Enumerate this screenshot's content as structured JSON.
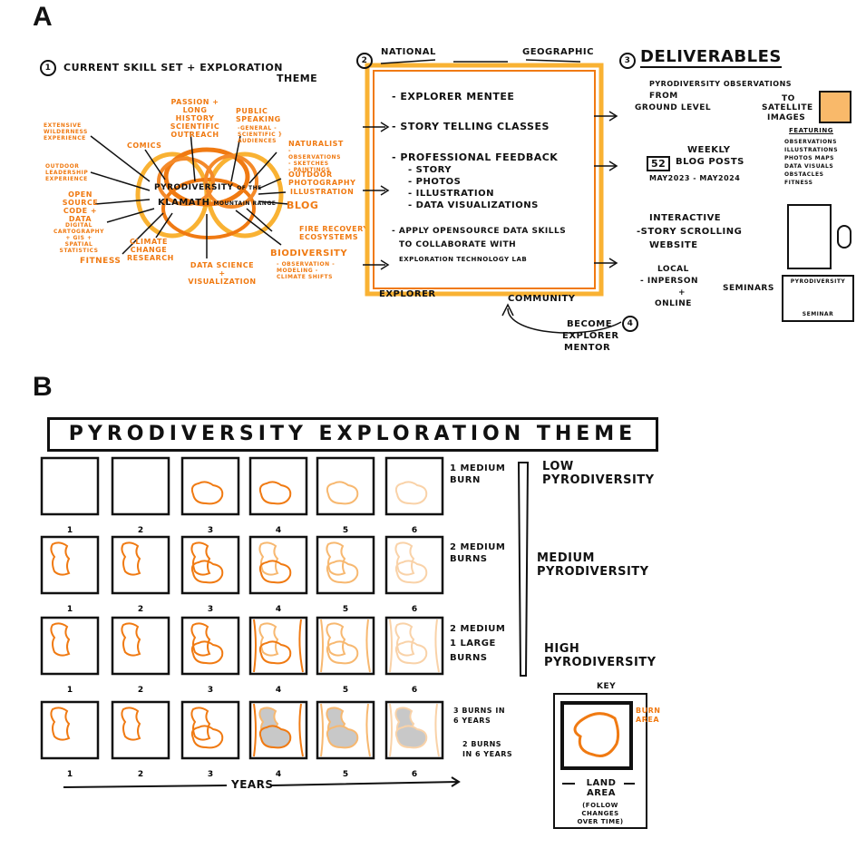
{
  "panelA": {
    "label": "A",
    "section1": {
      "number": "1",
      "title": "CURRENT SKILL SET + EXPLORATION",
      "title2": "THEME",
      "center1": "PYRODIVERSITY",
      "center1b": "OF THE",
      "center2": "KLAMATH",
      "center2b": "MOUNTAIN RANGE",
      "skills": {
        "wilderness": "EXTENSIVE WILDERNESS EXPERIENCE",
        "comics": "COMICS",
        "passion": "PASSION + LONG HISTORY SCIENTIFIC OUTREACH",
        "public": "PUBLIC SPEAKING",
        "audiences": "-GENERAL -SCIENTIFIC } AUDIENCES",
        "naturalist": "NATURALIST",
        "naturalist_sub": "- OBSERVATIONS - SKETCHES - PAINTINGS",
        "leadership": "OUTDOOR LEADERSHIP EXPERIENCE",
        "outdoor_photo": "OUTDOOR PHOTOGRAPHY",
        "open_source": "OPEN SOURCE CODE + DATA",
        "illustration": "ILLUSTRATION",
        "blog": "BLOG",
        "digital": "DIGITAL CARTOGRAPHY + GIS + SPATIAL STATISTICS",
        "fire": "FIRE RECOVERY ECOSYSTEMS",
        "fitness": "FITNESS",
        "climate": "CLIMATE CHANGE RESEARCH",
        "data_sci": "DATA SCIENCE + VISUALIZATION",
        "biodiversity": "BIODIVERSITY",
        "bio_sub": "- OBSERVATION - MODELING - CLIMATE SHIFTS"
      }
    },
    "section2": {
      "number": "2",
      "top_left": "NATIONAL",
      "top_right": "GEOGRAPHIC",
      "bottom_left": "EXPLORER",
      "bottom_right": "COMMUNITY",
      "items": [
        "- EXPLORER MENTEE",
        "- STORY TELLING CLASSES",
        "- PROFESSIONAL FEEDBACK",
        "- STORY",
        "- PHOTOS",
        "- ILLUSTRATION",
        "- DATA VISUALIZATIONS",
        "- APPLY OPENSOURCE DATA SKILLS",
        "TO COLLABORATE WITH",
        "EXPLORATION TECHNOLOGY LAB"
      ]
    },
    "section3": {
      "number": "3",
      "title": "DELIVERABLES",
      "obs1": "PYRODIVERSITY OBSERVATIONS",
      "obs2": "FROM",
      "obs3": "GROUND LEVEL",
      "obs4": "TO",
      "obs5": "SATELLITE",
      "obs6": "IMAGES",
      "weekly_num": "52",
      "weekly1": "WEEKLY",
      "weekly2": "BLOG POSTS",
      "weekly3": "MAY2023 - MAY2024",
      "featuring": "FEATURING",
      "featuring_list": "OBSERVATIONS ILLUSTRATIONS PHOTOS MAPS DATA VISUALS OBSTACLES FITNESS",
      "web1": "INTERACTIVE",
      "web2": "-STORY SCROLLING",
      "web3": "WEBSITE",
      "sem1": "LOCAL",
      "sem2": "- INPERSON",
      "sem3": "+",
      "sem4": "ONLINE",
      "seminars": "SEMINARS",
      "sem_box_title": "PYRODIVERSITY",
      "sem_box_label": "SEMINAR"
    },
    "section4": {
      "number": "4",
      "text1": "BECOME",
      "text2": "EXPLORER",
      "text3": "MENTOR"
    }
  },
  "panelB": {
    "label": "B",
    "banner": "PYRODIVERSITY EXPLORATION THEME",
    "rows": [
      {
        "label1": "1 MEDIUM",
        "label2": "BURN",
        "numbers": [
          "1",
          "2",
          "3",
          "4",
          "5",
          "6"
        ]
      },
      {
        "label1": "2 MEDIUM",
        "label2": "BURNS",
        "numbers": [
          "1",
          "2",
          "3",
          "4",
          "5",
          "6"
        ]
      },
      {
        "label1": "2 MEDIUM",
        "label2": "1 LARGE",
        "label3": "BURNS",
        "numbers": [
          "1",
          "2",
          "3",
          "4",
          "5",
          "6"
        ]
      },
      {
        "label1": "3 BURNS IN",
        "label2": "6 YEARS",
        "label3": "2 BURNS",
        "label4": "IN 6 YEARS",
        "numbers": [
          "1",
          "2",
          "3",
          "4",
          "5",
          "6"
        ]
      }
    ],
    "scale": {
      "low1": "LOW",
      "low2": "PYRODIVERSITY",
      "med1": "MEDIUM",
      "med2": "PYRODIVERSITY",
      "high1": "HIGH",
      "high2": "PYRODIVERSITY"
    },
    "years": "YEARS",
    "key": {
      "title": "KEY",
      "burn1": "BURN",
      "burn2": "AREA",
      "land1": "LAND",
      "land2": "AREA",
      "note1": "(FOLLOW CHANGES",
      "note2": "OVER TIME)"
    }
  },
  "colors": {
    "orange": "#f07a12",
    "light_orange": "#f7b870",
    "pale_orange": "#f9d2a8",
    "gray": "#c8c8c8",
    "yellow": "#f9b233"
  }
}
